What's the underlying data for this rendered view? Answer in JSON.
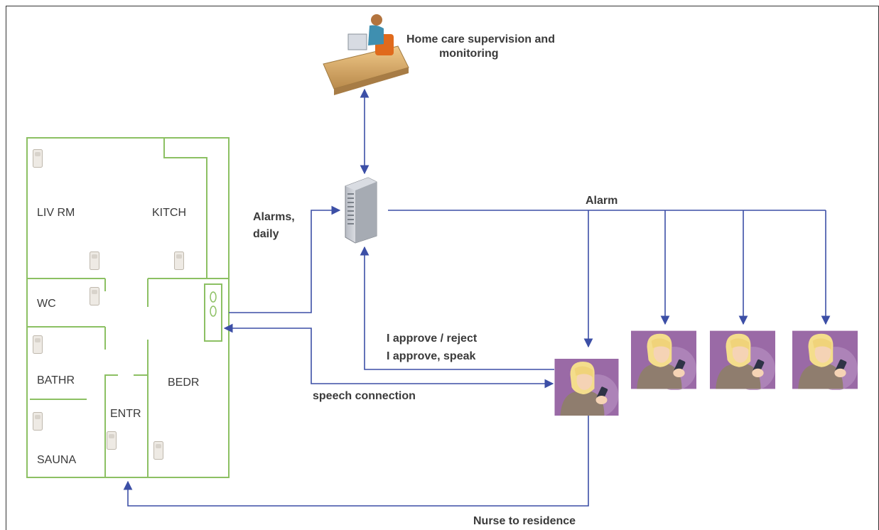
{
  "monitoring": {
    "title_line1": "Home care supervision and",
    "title_line2": "monitoring"
  },
  "floor_plan": {
    "rooms": {
      "living_room": "LIV RM",
      "kitchen": "KITCH",
      "wc": "WC",
      "bathroom": "BATHR",
      "sauna": "SAUNA",
      "entrance": "ENTR",
      "bedroom": "BEDR"
    }
  },
  "flows": {
    "alarms_daily_line1": "Alarms,",
    "alarms_daily_line2": "daily",
    "alarm": "Alarm",
    "approve_reject": "I approve / reject",
    "approve_speak": "I approve, speak",
    "speech_connection": "speech connection",
    "nurse_to_residence": "Nurse to residence"
  },
  "colors": {
    "wall": "#8cc063",
    "arrow": "#3c4fa6",
    "nurse_background": "#9a6aa6",
    "text": "#3a3a3a"
  },
  "icons": [
    "monitoring-desk-icon",
    "server-icon",
    "wall-unit-icon",
    "motion-sensor-icon",
    "nurse-phone-icon"
  ]
}
